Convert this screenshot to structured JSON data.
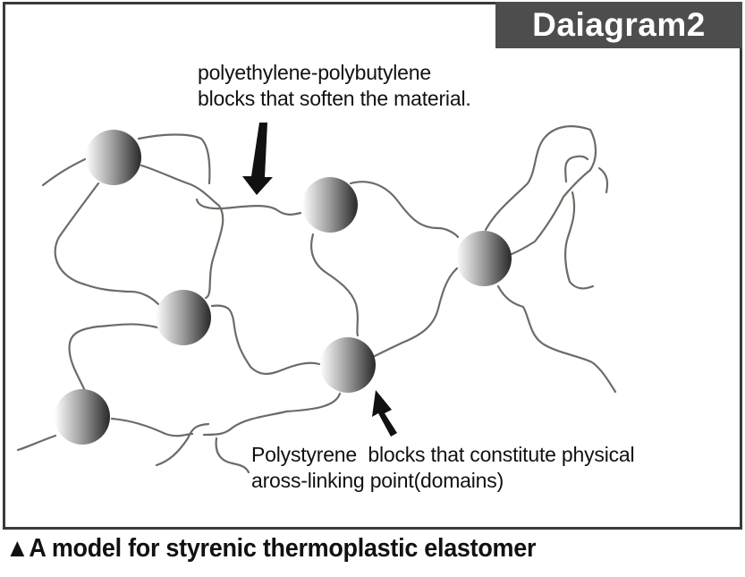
{
  "figure": {
    "tag_label": "Daiagram2",
    "annotation_top": {
      "line1": "polyethylene-polybutylene",
      "line2": "blocks that soften the material."
    },
    "annotation_bottom": {
      "line1": "Polystyrene  blocks that constitute physical",
      "line2": "aross-linking point(domains)"
    },
    "caption_marker": "▲",
    "caption": "A model for styrenic thermoplastic elastomer"
  },
  "colors": {
    "frame": "#3a3a3a",
    "tag_background": "#4d4d4d",
    "chain": "#6e6a66",
    "arrow": "#111111"
  }
}
